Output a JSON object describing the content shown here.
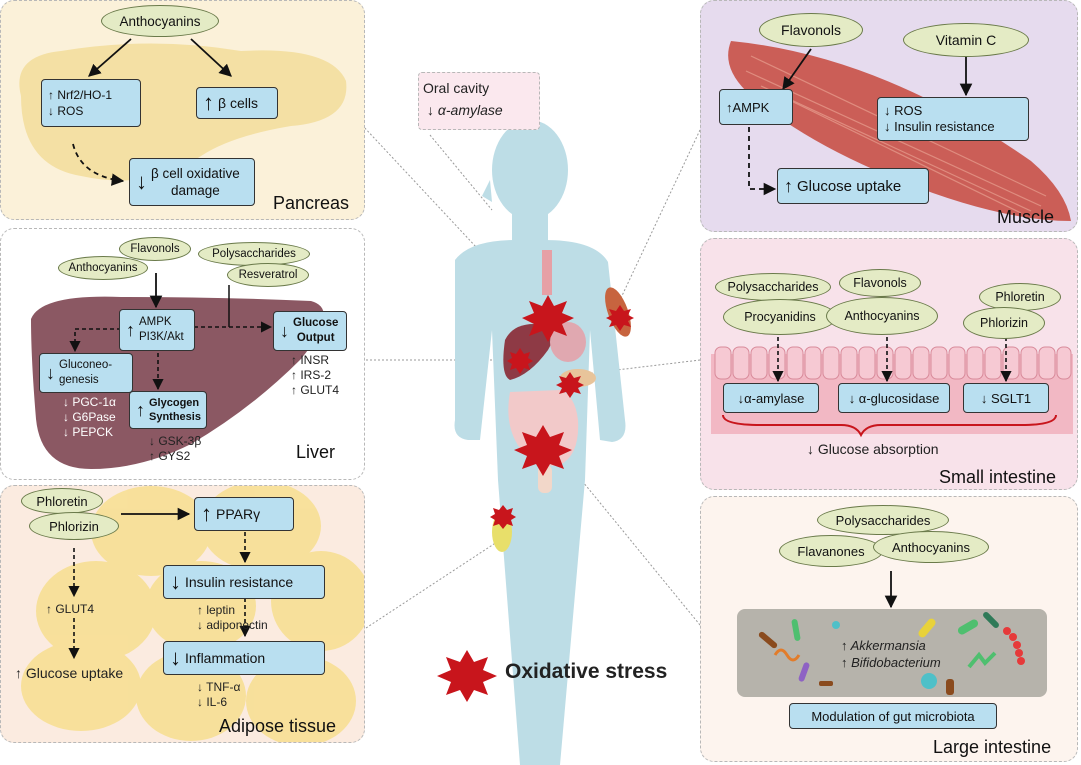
{
  "pancreas": {
    "title": "Pancreas",
    "anthocyanins": "Anthocyanins",
    "box1_l1": "↑ Nrf2/HO-1",
    "box1_l2": "↓ ROS",
    "box2": "β cells",
    "box2_arrow": "↑",
    "box3_arrow": "↓",
    "box3_l1": "β cell oxidative",
    "box3_l2": "damage"
  },
  "liver": {
    "title": "Liver",
    "flavonols": "Flavonols",
    "anthocyanins": "Anthocyanins",
    "polysaccharides": "Polysaccharides",
    "resveratrol": "Resveratrol",
    "ampk_l1": "AMPK",
    "ampk_l2": "PI3K/Akt",
    "ampk_arrow": "↑",
    "glucose_arrow": "↓",
    "glucose_l1": "Glucose",
    "glucose_l2": "Output",
    "gluco_arrow": "↓",
    "gluco_l1": "Gluconeo-",
    "gluco_l2": "genesis",
    "glycogen_arrow": "↑",
    "glycogen_l1": "Glycogen",
    "glycogen_l2": "Synthesis",
    "list_a": [
      "↓ PGC-1α",
      "↓ G6Pase",
      "↓ PEPCK"
    ],
    "list_b": [
      "↓ GSK-3β",
      "↑ GYS2"
    ],
    "list_c": [
      "↑ INSR",
      "↑ IRS-2",
      "↑ GLUT4"
    ]
  },
  "adipose": {
    "title": "Adipose tissue",
    "phloretin": "Phloretin",
    "phlorizin": "Phlorizin",
    "ppar": "PPARγ",
    "ppar_arrow": "↑",
    "insulin_arrow": "↓",
    "insulin": "Insulin resistance",
    "inflam_arrow": "↓",
    "inflam": "Inflammation",
    "glut4": "↑ GLUT4",
    "glucose_uptake": "↑ Glucose uptake",
    "list_a": [
      "↑ leptin",
      "↓ adiponectin"
    ],
    "list_b": [
      "↓ TNF-α",
      "↓ IL-6"
    ]
  },
  "oral": {
    "title": "Oral cavity",
    "effect_arrow": "↓",
    "effect": "α-amylase"
  },
  "center": {
    "legend": "Oxidative stress"
  },
  "muscle": {
    "title": "Muscle",
    "flavonols": "Flavonols",
    "vitamin_c": "Vitamin C",
    "ampk": "↑AMPK",
    "ros_l1": "↓ ROS",
    "ros_l2": "↓ Insulin resistance",
    "glucose_arrow": "↑",
    "glucose": "Glucose uptake"
  },
  "small_intestine": {
    "title": "Small intestine",
    "polysaccharides": "Polysaccharides",
    "flavonols": "Flavonols",
    "phloretin": "Phloretin",
    "procyanidins": "Procyanidins",
    "anthocyanins": "Anthocyanins",
    "phlorizin": "Phlorizin",
    "amylase": "↓α-amylase",
    "glucosidase": "↓ α-glucosidase",
    "sglt1": "↓ SGLT1",
    "absorption": "↓ Glucose absorption"
  },
  "large_intestine": {
    "title": "Large intestine",
    "polysaccharides": "Polysaccharides",
    "flavanones": "Flavanones",
    "anthocyanins": "Anthocyanins",
    "bact1": "↑ Akkermansia",
    "bact2": "↑ Bifidobacterium",
    "modulation": "Modulation of gut microbiota"
  },
  "colors": {
    "oval_fill": "#e4ebc5",
    "box_fill": "#b9dff0",
    "star": "#c8151c",
    "body": "#bddde6",
    "pancreas_bg": "#fbf1d9",
    "adipose_bg": "#fbebe0",
    "muscle_bg": "#e6dbee",
    "intestine_bg": "#f8e2ea"
  }
}
